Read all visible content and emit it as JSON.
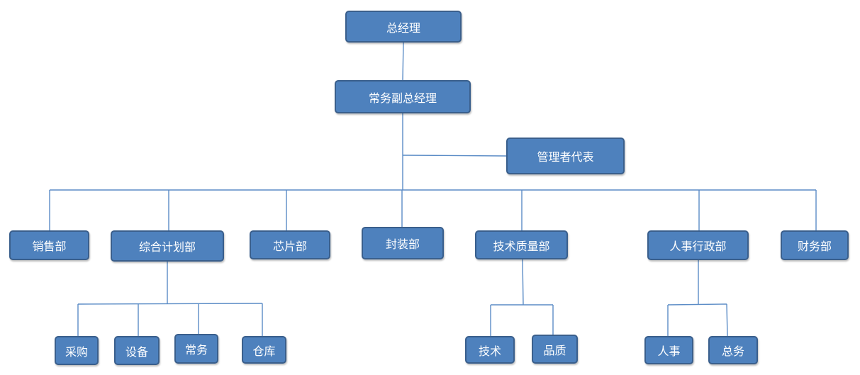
{
  "nodes": {
    "ceo": "总经理",
    "executive_vp": "常务副总经理",
    "management_rep": "管理者代表",
    "sales": "销售部",
    "planning": "综合计划部",
    "chip": "芯片部",
    "packaging": "封装部",
    "tech_quality": "技术质量部",
    "hr_admin": "人事行政部",
    "finance": "财务部",
    "purchasing": "采购",
    "equipment": "设备",
    "general_affairs_planning": "常务",
    "warehouse": "仓库",
    "technology": "技术",
    "quality": "品质",
    "personnel": "人事",
    "general_affairs": "总务"
  }
}
